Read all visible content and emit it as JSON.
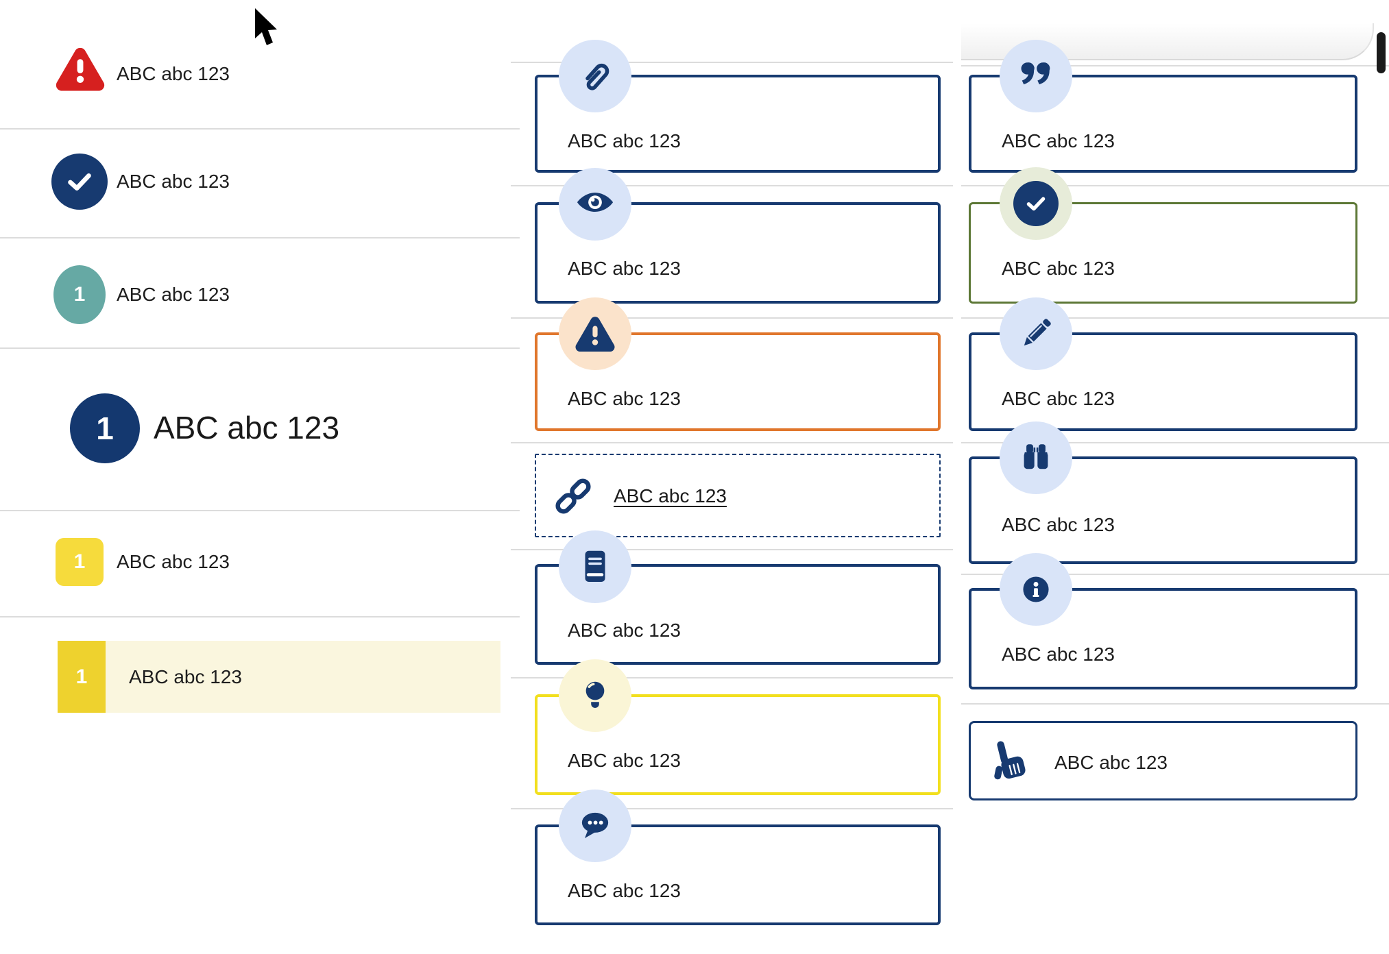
{
  "ui_type": "component-style-sheet",
  "colors": {
    "navy": "#173a70",
    "light_blue_circle": "#d9e4f8",
    "orange_border": "#e0762c",
    "peach_circle": "#fbe3cb",
    "yellow_border": "#f2df1e",
    "pale_yellow_circle": "#faf5d6",
    "green_border": "#5d7836",
    "pale_green_circle": "#e7ecd9",
    "red": "#d6201f",
    "teal": "#66a9a4",
    "yellow_square": "#f6db3c",
    "highlight_square": "#eed22e",
    "highlight_row_bg": "#faf6de",
    "divider": "#dcdcdc",
    "text": "#1e1e1e",
    "scrollbar": "#1a1a1a",
    "card_edge_gray": "#d9d9d9"
  },
  "left_list": {
    "items": [
      {
        "icon": "warning-triangle-icon",
        "label": "ABC abc 123"
      },
      {
        "icon": "check-circle-icon",
        "label": "ABC abc 123"
      },
      {
        "icon": "teal-number-badge",
        "number": "1",
        "label": "ABC abc 123"
      },
      {
        "icon": "big-navy-number-badge",
        "number": "1",
        "label": "ABC abc 123"
      },
      {
        "icon": "yellow-number-badge",
        "number": "1",
        "label": "ABC abc 123"
      },
      {
        "icon": "yellow-highlight-number-badge",
        "number": "1",
        "label": "ABC abc 123"
      }
    ]
  },
  "middle_column": {
    "boxes": [
      {
        "icon": "paperclip-icon",
        "label": "ABC abc 123",
        "variant": "navy"
      },
      {
        "icon": "eye-icon",
        "label": "ABC abc 123",
        "variant": "navy"
      },
      {
        "icon": "warning-triangle-icon",
        "label": "ABC abc 123",
        "variant": "orange"
      },
      {
        "icon": "link-icon",
        "label": "ABC abc 123",
        "variant": "dashed-link"
      },
      {
        "icon": "book-icon",
        "label": "ABC abc 123",
        "variant": "navy"
      },
      {
        "icon": "lightbulb-icon",
        "label": "ABC abc 123",
        "variant": "yellow"
      },
      {
        "icon": "speech-bubble-icon",
        "label": "ABC abc 123",
        "variant": "navy"
      }
    ]
  },
  "right_column": {
    "boxes": [
      {
        "icon": "quote-icon",
        "label": "ABC abc 123",
        "variant": "navy"
      },
      {
        "icon": "check-circle-icon",
        "label": "ABC abc 123",
        "variant": "green"
      },
      {
        "icon": "pencil-icon",
        "label": "ABC abc 123",
        "variant": "navy"
      },
      {
        "icon": "binoculars-icon",
        "label": "ABC abc 123",
        "variant": "navy"
      },
      {
        "icon": "info-circle-icon",
        "label": "ABC abc 123",
        "variant": "navy"
      },
      {
        "icon": "hand-pointer-icon",
        "label": "ABC abc 123",
        "variant": "navy-small"
      }
    ]
  }
}
